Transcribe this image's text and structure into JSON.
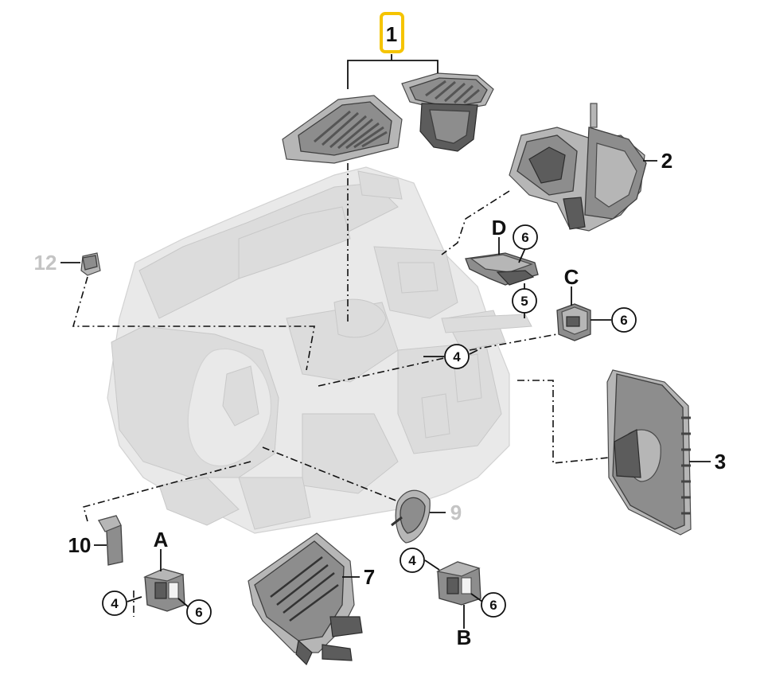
{
  "callouts": {
    "part_1": "1",
    "part_2": "2",
    "part_3": "3",
    "part_7": "7",
    "part_9": "9",
    "part_10": "10",
    "part_12": "12",
    "letter_a": "A",
    "letter_b": "B",
    "letter_c": "C",
    "letter_d": "D",
    "circle_4_center": "4",
    "circle_4_left": "4",
    "circle_4_right": "4",
    "circle_5": "5",
    "circle_6_d": "6",
    "circle_6_c": "6",
    "circle_6_a": "6",
    "circle_6_b": "6"
  },
  "colors": {
    "highlight": "#f5c400",
    "line": "#111111",
    "faded_label": "#c4c4c4",
    "part_fill": "#8d8d8d",
    "housing_ghost": "#e9e9e9"
  }
}
